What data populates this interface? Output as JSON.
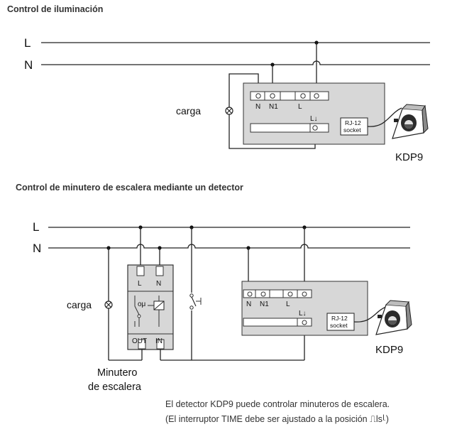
{
  "diagram1": {
    "title": "Control de iluminación",
    "line_L": "L",
    "line_N": "N",
    "load_label": "carga",
    "terminal_N": "N",
    "terminal_N1": "N1",
    "terminal_L": "L",
    "terminal_arrow": "L↓",
    "socket_line1": "RJ-12",
    "socket_line2": "socket",
    "device_label": "KDP9"
  },
  "diagram2": {
    "title": "Control de minutero de escalera mediante un detector",
    "line_L": "L",
    "line_N": "N",
    "load_label": "carga",
    "timer_in_L": "L",
    "timer_in_N": "N",
    "timer_out": "OUT",
    "timer_in": "IN",
    "timer_label_1": "Minutero",
    "timer_label_2": "de escalera",
    "terminal_N": "N",
    "terminal_N1": "N1",
    "terminal_L": "L",
    "terminal_arrow": "L↓",
    "socket_line1": "RJ-12",
    "socket_line2": "socket",
    "device_label": "KDP9"
  },
  "caption": {
    "line1": "El detector KDP9 puede controlar minuteros de escalera.",
    "line2": "(El interruptor TIME debe ser ajustado a la posición ⎍ls⎣)"
  }
}
